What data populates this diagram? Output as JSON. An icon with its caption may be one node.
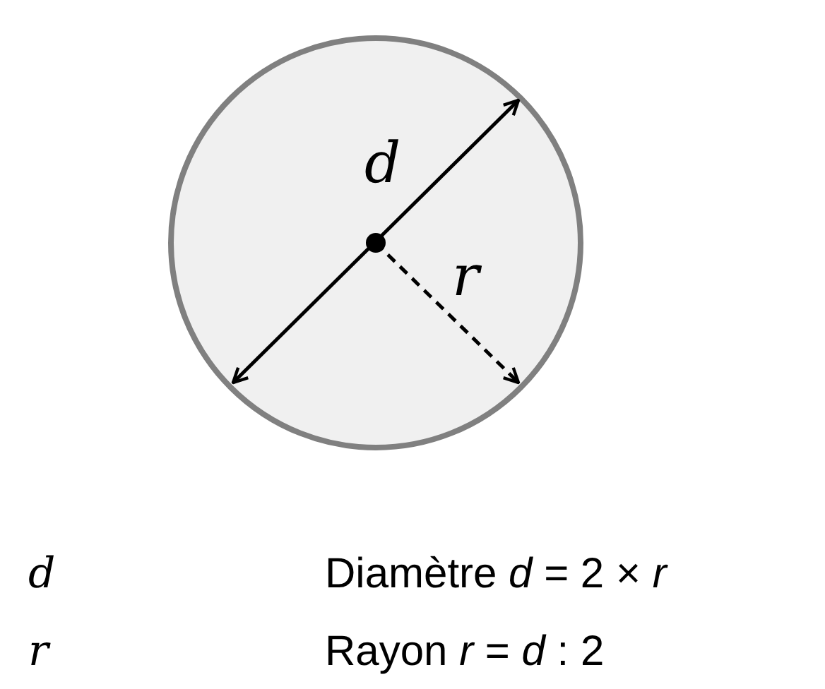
{
  "diagram": {
    "labels": [
      "d",
      "r",
      "d",
      "Diamètre *d* = 2 × *r*",
      "r",
      "Rayon *r* = *d* : 2"
    ]
  }
}
